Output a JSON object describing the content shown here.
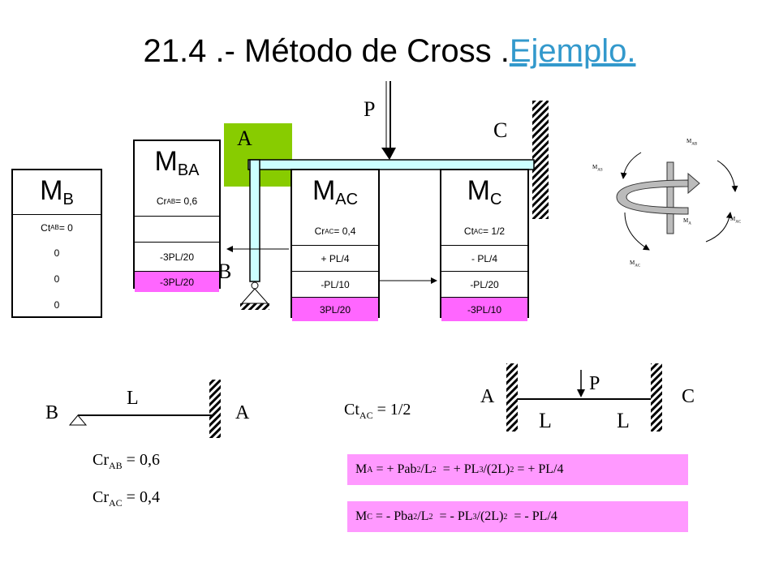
{
  "title": {
    "text": "21.4 .- Método de Cross .",
    "link": "Ejemplo."
  },
  "frame_labels": {
    "p": "P",
    "a": "A",
    "b": "B",
    "c": "C"
  },
  "tables": {
    "mb": {
      "head_main": "M",
      "head_sub": "B",
      "rows": [
        {
          "main": "Ct",
          "sub": "AB",
          "rest": " = 0"
        },
        {
          "main": "0"
        },
        {
          "main": "0"
        },
        {
          "main": "0"
        }
      ]
    },
    "mba": {
      "head_main": "M",
      "head_sub": "BA",
      "rows": [
        {
          "main": "Cr",
          "sub": "AB",
          "rest": " = 0,6"
        },
        {
          "main": ""
        },
        {
          "main": "-3PL/20"
        },
        {
          "main": "-3PL/20"
        }
      ]
    },
    "mac": {
      "head_main": "M",
      "head_sub": "AC",
      "rows": [
        {
          "main": "Cr",
          "sub": "AC",
          "rest": " = 0,4"
        },
        {
          "main": "+ PL/4"
        },
        {
          "main": "-PL/10"
        },
        {
          "main": "3PL/20"
        }
      ]
    },
    "mc": {
      "head_main": "M",
      "head_sub": "C",
      "rows": [
        {
          "main": "Ct",
          "sub": "AC",
          "rest": " = 1/2"
        },
        {
          "main": "- PL/4"
        },
        {
          "main": "-PL/20"
        },
        {
          "main": "-3PL/10"
        }
      ]
    }
  },
  "moment_diagram": {
    "m_ab": "M",
    "m_ab_sub": "AB",
    "m_as": "M",
    "m_as_sub": "AS",
    "m_a": "M",
    "m_a_sub": "A",
    "m_ac_right": "M",
    "m_ac_right_sub": "AC",
    "m_ac_bottom": "M",
    "m_ac_bottom_sub": "AC"
  },
  "beam_ba": {
    "l": "L",
    "b": "B",
    "a": "A"
  },
  "coefficients": {
    "cr_ab": "Cr",
    "cr_ab_sub": "AB",
    "cr_ab_val": " = 0,6",
    "cr_ac": "Cr",
    "cr_ac_sub": "AC",
    "cr_ac_val": " = 0,4",
    "ct_ac": "Ct",
    "ct_ac_sub": "AC",
    "ct_ac_val": " = 1/2"
  },
  "beam_ac": {
    "a": "A",
    "p": "P",
    "c": "C",
    "l1": "L",
    "l2": "L"
  },
  "formulas": {
    "ma": [
      "M",
      "A",
      " = + Pab",
      "2",
      "/L",
      "2",
      "  = + PL",
      "3",
      "/(2L)",
      "2",
      " = + PL/4"
    ],
    "mc": [
      "M",
      "C",
      " = - Pba",
      "2",
      "/L",
      "2",
      "  = - PL",
      "3",
      "/(2L)",
      "2",
      "  = - PL/4"
    ]
  },
  "colors": {
    "pink_row": "#ff66ff",
    "formula_bg": "#ff99ff",
    "frame_fill": "#ccffff",
    "node_a": "#88cc00",
    "link": "#3399cc"
  }
}
